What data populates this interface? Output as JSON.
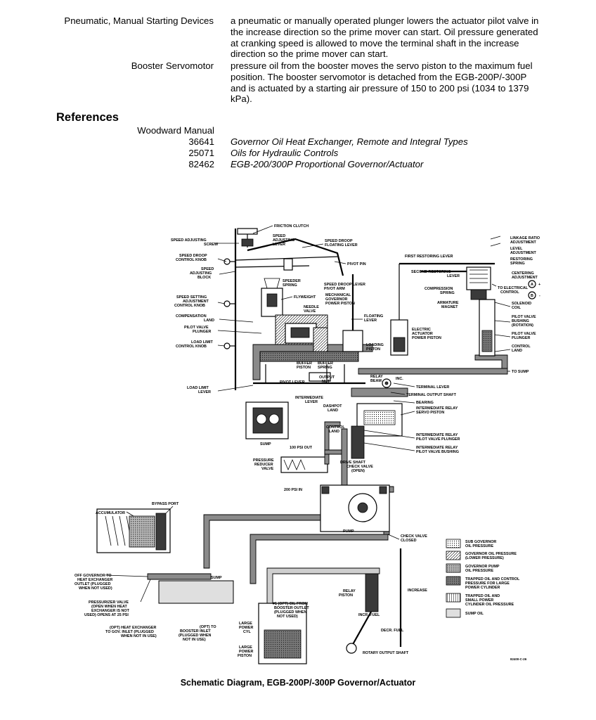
{
  "definitions": [
    {
      "term": "Pneumatic, Manual Starting Devices",
      "lines": [
        "a pneumatic or manually operated plunger lowers the actuator pilot valve in",
        "the increase direction so the prime mover can start. Oil pressure generated",
        "at cranking speed is allowed to move the terminal shaft in the increase",
        "direction so the prime mover can start."
      ]
    },
    {
      "term": "Booster Servomotor",
      "lines": [
        "pressure oil from the booster moves the servo piston to the maximum fuel",
        "position. The booster servomotor is detached from the EGB-200P/-300P",
        "and is actuated by a starting air pressure of 150 to 200 psi (1034 to 1379",
        "kPa)."
      ]
    }
  ],
  "references": {
    "heading": "References",
    "lead": "Woodward Manual",
    "items": [
      {
        "number": "36641",
        "title": "Governor Oil Heat Exchanger, Remote and Integral Types"
      },
      {
        "number": "25071",
        "title": "Oils for Hydraulic Controls"
      },
      {
        "number": "82462",
        "title": "EGB-200/300P Proportional Governor/Actuator"
      }
    ]
  },
  "diagram": {
    "labels": {
      "friction_clutch": "FRICTION CLUTCH",
      "speed_adjusting_screw_1": "SPEED ADJUSTING",
      "speed_adjusting_screw_2": "SCREW",
      "speed_adjusting_lever_1": "SPEED",
      "speed_adjusting_lever_2": "ADJUSTING",
      "speed_adjusting_lever_3": "LEVER",
      "speed_droop_floating_lever_1": "SPEED DROOP",
      "speed_droop_floating_lever_2": "FLOATING LEVER",
      "speed_droop_control_knob_1": "SPEED DROOP",
      "speed_droop_control_knob_2": "CONTROL KNOB",
      "pivot_pin": "PIVOT PIN",
      "speed_adjusting_block_1": "SPEED",
      "speed_adjusting_block_2": "ADJUSTING",
      "speed_adjusting_block_3": "BLOCK",
      "speeder_spring_1": "SPEEDER",
      "speeder_spring_2": "SPRING",
      "speed_droop_lever_pivot_arm_1": "SPEED DROOP LEVER",
      "speed_droop_lever_pivot_arm_2": "PIVOT ARM",
      "mechanical_governor_power_piston_1": "MECHANICAL",
      "mechanical_governor_power_piston_2": "GOVERNOR",
      "mechanical_governor_power_piston_3": "POWER PISTON",
      "speed_setting_adjustment_control_knob_1": "SPEED SETTING",
      "speed_setting_adjustment_control_knob_2": "ADJUSTMENT",
      "speed_setting_adjustment_control_knob_3": "CONTROL KNOB",
      "flyweight": "FLYWEIGHT",
      "needle_valve_1": "NEEDLE",
      "needle_valve_2": "VALVE",
      "compensation_land_1": "COMPENSATION",
      "compensation_land_2": "LAND",
      "floating_lever_1": "FLOATING",
      "floating_lever_2": "LEVER",
      "pilot_valve_plunger_1": "PILOT VALVE",
      "pilot_valve_plunger_2": "PLUNGER",
      "load_limit_control_knob_1": "LOAD LIMIT",
      "load_limit_control_knob_2": "CONTROL KNOB",
      "loading_piston_1": "LOADING",
      "loading_piston_2": "PISTON",
      "buffer_piston_1": "BUFFER",
      "buffer_piston_2": "PISTON",
      "buffer_spring_1": "BUFFER",
      "buffer_spring_2": "SPRING",
      "pivot_lever": "PIVOT LEVER",
      "output_nut_1": "OUTPUT",
      "output_nut_2": "NUT",
      "load_limit_lever_1": "LOAD LIMIT",
      "load_limit_lever_2": "LEVER",
      "relay_beam_1": "RELAY",
      "relay_beam_2": "BEAM",
      "inc": "INC.",
      "intermediate_lever_1": "INTERMEDIATE",
      "intermediate_lever_2": "LEVER",
      "dashpot_land_1": "DASHPOT",
      "dashpot_land_2": "LAND",
      "terminal_lever": "TERMINAL LEVER",
      "terminal_output_shaft": "TERMINAL OUTPUT SHAFT",
      "bearing": "BEARING",
      "intermediate_relay_servo_piston_1": "INTERMEDIATE RELAY",
      "intermediate_relay_servo_piston_2": "SERVO PISTON",
      "sump_top": "SUMP",
      "control_land_1": "CONTROL",
      "control_land_2": "LAND",
      "intermediate_relay_pilot_valve_plunger_1": "INTERMEDIATE RELAY",
      "intermediate_relay_pilot_valve_plunger_2": "PILOT VALVE PLUNGER",
      "intermediate_relay_pilot_valve_bushing_1": "INTERMEDIATE RELAY",
      "intermediate_relay_pilot_valve_bushing_2": "PILOT VALVE BUSHING",
      "psi_100_out": "100 PSI OUT",
      "pressure_reducer_valve_1": "PRESSURE",
      "pressure_reducer_valve_2": "REDUCER",
      "pressure_reducer_valve_3": "VALVE",
      "drive_shaft_check_valve_1": "DRIVE SHAFT",
      "drive_shaft_check_valve_2": "CHECK VALVE",
      "drive_shaft_check_valve_3": "(OPEN)",
      "psi_200_in": "200 PSI IN",
      "linkage_ratio_adjustment_1": "LINKAGE RATIO",
      "linkage_ratio_adjustment_2": "ADJUSTMENT",
      "level_adjustment_1": "LEVEL",
      "level_adjustment_2": "ADJUSTMENT",
      "restoring_spring_1": "RESTORING",
      "restoring_spring_2": "SPRING",
      "first_restoring_lever": "FIRST RESTORING LEVER",
      "second_restoring_lever_1": "SECOND RESTORING",
      "second_restoring_lever_2": "LEVER",
      "centering_adjustment_1": "CENTERING",
      "centering_adjustment_2": "ADJUSTMENT",
      "compression_spring_1": "COMPRESSION",
      "compression_spring_2": "SPRING",
      "to_electrical_control_1": "TO ELECTRICAL",
      "to_electrical_control_2": "CONTROL",
      "circle_a": "A",
      "circle_b": "B",
      "plus": "+",
      "minus": "-",
      "armature_magnet_1": "ARMATURE",
      "armature_magnet_2": "MAGNET",
      "solenoid_coil_1": "SOLENOID",
      "solenoid_coil_2": "COIL",
      "pilot_valve_bushing_rotation_1": "PILOT VALVE",
      "pilot_valve_bushing_rotation_2": "BUSHING",
      "pilot_valve_bushing_rotation_3": "(ROTATION)",
      "pilot_valve_plunger_r_1": "PILOT VALVE",
      "pilot_valve_plunger_r_2": "PLUNGER",
      "electric_actuator_power_piston_1": "ELECTRIC",
      "electric_actuator_power_piston_2": "ACTUATOR",
      "electric_actuator_power_piston_3": "POWER PISTON",
      "control_land_r_1": "CONTROL",
      "control_land_r_2": "LAND",
      "to_sump": "TO SUMP",
      "accumulator": "ACCUMULATOR",
      "bypass_port": "BYPASS PORT",
      "pump": "PUMP",
      "check_valve_closed_1": "CHECK VALVE",
      "check_valve_closed_2": "CLOSED",
      "off_governor_1": "OFF GOVERNOR TO",
      "off_governor_2": "HEAT EXCHANGER",
      "off_governor_3": "OUTLET (PLUGGED",
      "off_governor_4": "WHEN NOT USED)",
      "sump_mid": "SUMP",
      "relay_piston_1": "RELAY",
      "relay_piston_2": "PISTON",
      "increase": "INCREASE",
      "pressurizer_valve_1": "PRESSURIZER VALVE",
      "pressurizer_valve_2": "(OPEN WHEN HEAT",
      "pressurizer_valve_3": "EXCHANGER IS NOT",
      "pressurizer_valve_4": "USED) OPENS AT 25 PSI",
      "opt_oil_booster_1": "#1 (OPT) OIL FROM",
      "opt_oil_booster_2": "BOOSTER OUTLET",
      "opt_oil_booster_3": "(PLUGGED WHEN",
      "opt_oil_booster_4": "NOT USED)",
      "incr_fuel": "INCR. FUEL",
      "decr_fuel": "DECR. FUEL",
      "opt_heat_exchanger_1": "(OPT) HEAT EXCHANGER",
      "opt_heat_exchanger_2": "TO GOV. INLET (PLUGGED",
      "opt_heat_exchanger_3": "WHEN NOT IN USE)",
      "opt_booster_inlet_1": "(OPT) TO",
      "opt_booster_inlet_2": "BOOSTER INLET",
      "opt_booster_inlet_3": "(PLUGGED WHEN",
      "opt_booster_inlet_4": "NOT IN USE)",
      "large_power_cyl_1": "LARGE",
      "large_power_cyl_2": "POWER",
      "large_power_cyl_3": "CYL",
      "large_power_piston_1": "LARGE",
      "large_power_piston_2": "POWER",
      "large_power_piston_3": "PISTON",
      "rotary_output_shaft": "ROTARY OUTPUT SHAFT",
      "drawing_number": "82400-C-26"
    },
    "legend": [
      {
        "lines": [
          "SUB GOVERNOR",
          "OIL PRESSURE"
        ],
        "pattern": "sub"
      },
      {
        "lines": [
          "GOVERNOR OIL PRESSURE",
          "(LOWER PRESSURE)"
        ],
        "pattern": "gov"
      },
      {
        "lines": [
          "GOVERNOR PUMP",
          "OIL PRESSURE"
        ],
        "pattern": "pump"
      },
      {
        "lines": [
          "TRAPPED OIL AND CONTROL",
          "PRESSURE FOR LARGE",
          "POWER CYLINDER"
        ],
        "pattern": "trapped"
      },
      {
        "lines": [
          "TRAPPED OIL AND",
          "SMALL POWER",
          "CYLINDER OIL PRESSURE"
        ],
        "pattern": "small"
      },
      {
        "lines": [
          "SUMP OIL"
        ],
        "pattern": "sumpoil"
      }
    ]
  },
  "caption": "Schematic Diagram, EGB-200P/-300P Governor/Actuator"
}
